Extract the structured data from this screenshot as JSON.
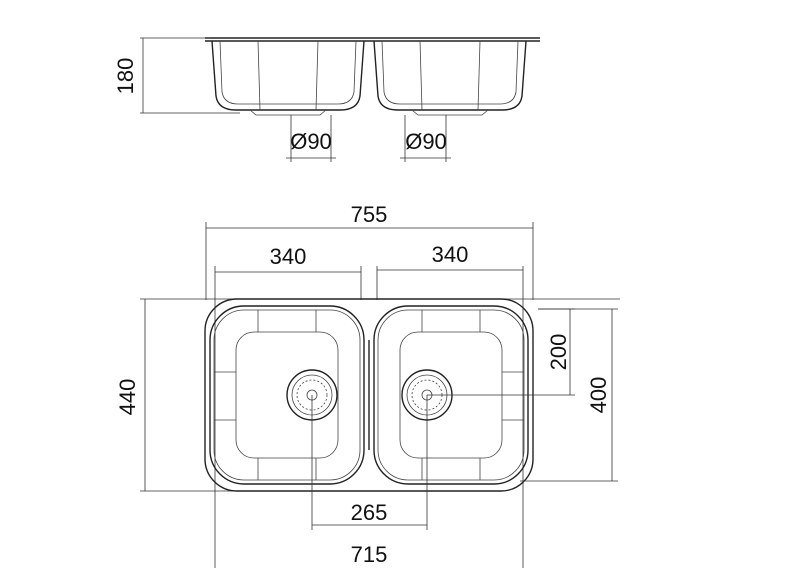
{
  "dimensions": {
    "depth": "180",
    "drain_left": "Ø90",
    "drain_right": "Ø90",
    "overall_width": "755",
    "left_bowl_width": "340",
    "right_bowl_width": "340",
    "overall_depth": "440",
    "drain_offset": "200",
    "bowl_depth": "400",
    "drain_spacing": "265",
    "bowl_span": "715"
  },
  "colors": {
    "line": "#222222",
    "text": "#111111",
    "background": "#ffffff"
  }
}
